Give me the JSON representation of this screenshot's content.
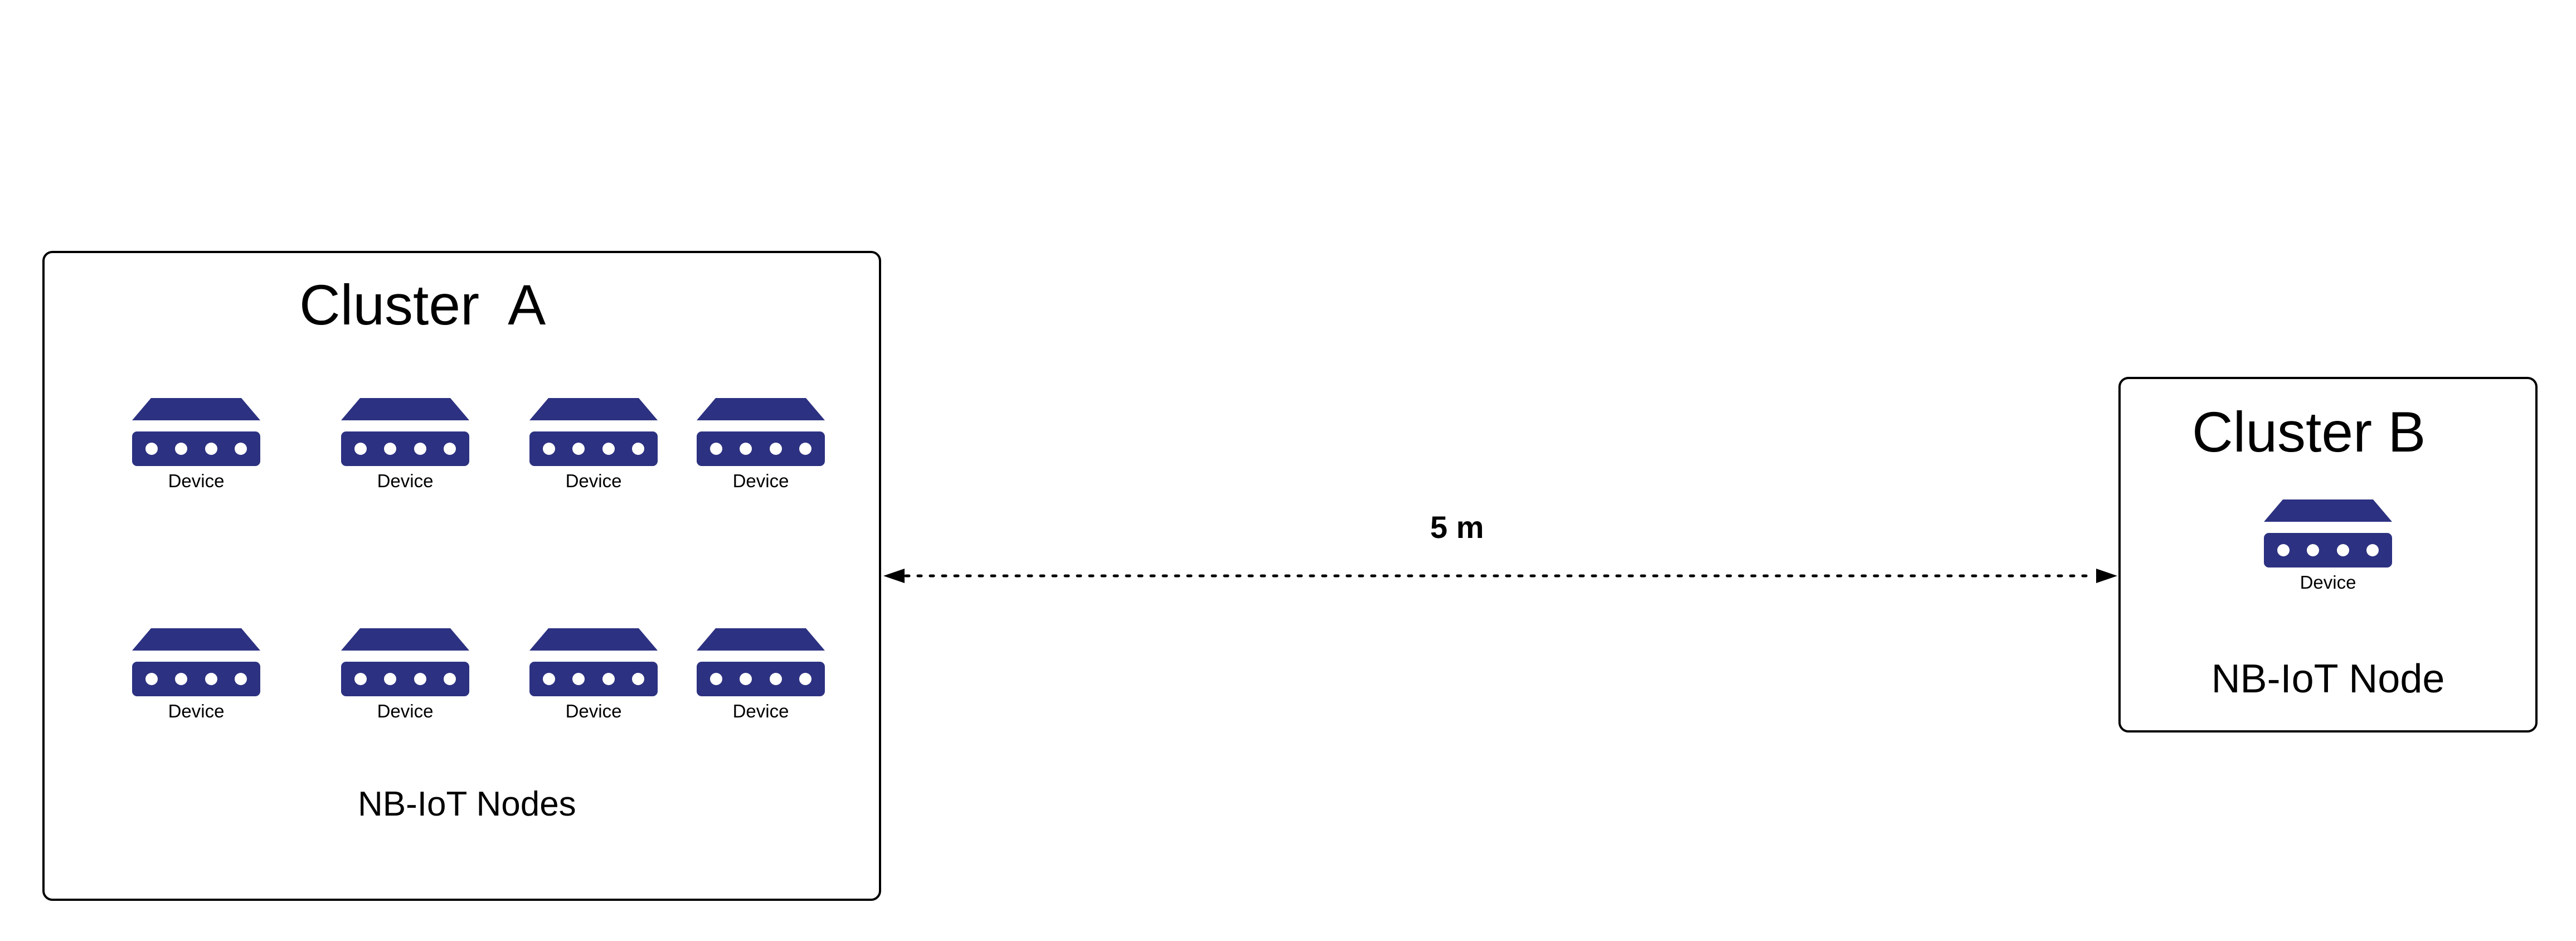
{
  "colors": {
    "device": "#2c3181",
    "device_port": "#ffffff",
    "stroke": "#000000",
    "background": "#ffffff"
  },
  "clusters": {
    "a": {
      "title": "Cluster  A",
      "caption": "NB-IoT Nodes",
      "devices": [
        {
          "label": "Device"
        },
        {
          "label": "Device"
        },
        {
          "label": "Device"
        },
        {
          "label": "Device"
        },
        {
          "label": "Device"
        },
        {
          "label": "Device"
        },
        {
          "label": "Device"
        },
        {
          "label": "Device"
        }
      ]
    },
    "b": {
      "title": "Cluster B",
      "caption": "NB-IoT Node",
      "devices": [
        {
          "label": "Device"
        }
      ]
    }
  },
  "connector": {
    "label": "5 m",
    "style": "dotted",
    "arrows": "both"
  }
}
